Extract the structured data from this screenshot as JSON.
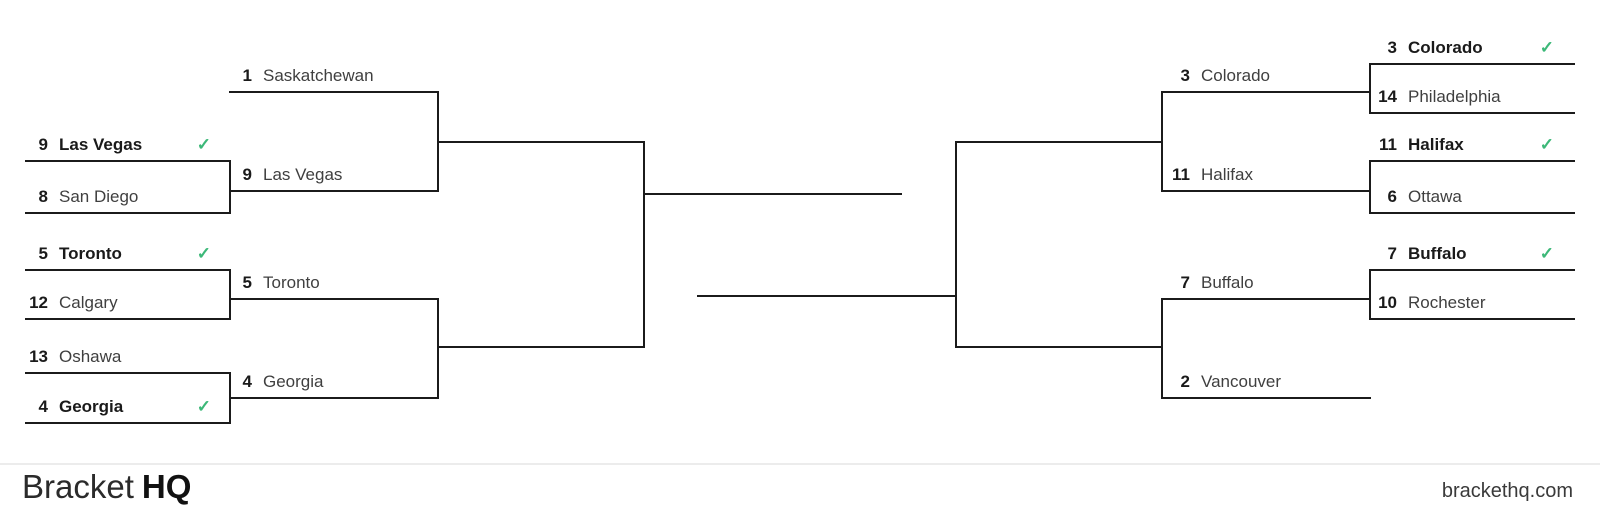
{
  "bracket": {
    "check_glyph": "✓",
    "colors": {
      "line": "#1b1b1b",
      "winner_check": "#3cb878",
      "winner_text": "#1a1a1a",
      "regular_text": "#3f3f3f"
    },
    "left": {
      "round1_matches": [
        {
          "top": {
            "seed": "9",
            "name": "Las Vegas",
            "winner": true
          },
          "bottom": {
            "seed": "8",
            "name": "San Diego",
            "winner": false
          }
        },
        {
          "top": {
            "seed": "5",
            "name": "Toronto",
            "winner": true
          },
          "bottom": {
            "seed": "12",
            "name": "Calgary",
            "winner": false
          }
        },
        {
          "top": {
            "seed": "13",
            "name": "Oshawa",
            "winner": false
          },
          "bottom": {
            "seed": "4",
            "name": "Georgia",
            "winner": true
          }
        }
      ],
      "round2_slots": [
        {
          "seed": "1",
          "name": "Saskatchewan"
        },
        {
          "seed": "9",
          "name": "Las Vegas"
        },
        {
          "seed": "5",
          "name": "Toronto"
        },
        {
          "seed": "4",
          "name": "Georgia"
        }
      ]
    },
    "right": {
      "round1_matches": [
        {
          "top": {
            "seed": "3",
            "name": "Colorado",
            "winner": true
          },
          "bottom": {
            "seed": "14",
            "name": "Philadelphia",
            "winner": false
          }
        },
        {
          "top": {
            "seed": "11",
            "name": "Halifax",
            "winner": true
          },
          "bottom": {
            "seed": "6",
            "name": "Ottawa",
            "winner": false
          }
        },
        {
          "top": {
            "seed": "7",
            "name": "Buffalo",
            "winner": true
          },
          "bottom": {
            "seed": "10",
            "name": "Rochester",
            "winner": false
          }
        }
      ],
      "round2_slots": [
        {
          "seed": "3",
          "name": "Colorado"
        },
        {
          "seed": "11",
          "name": "Halifax"
        },
        {
          "seed": "7",
          "name": "Buffalo"
        },
        {
          "seed": "2",
          "name": "Vancouver"
        }
      ]
    }
  },
  "footer": {
    "brand_regular": "Bracket",
    "brand_bold": "HQ",
    "site": "brackethq.com"
  }
}
